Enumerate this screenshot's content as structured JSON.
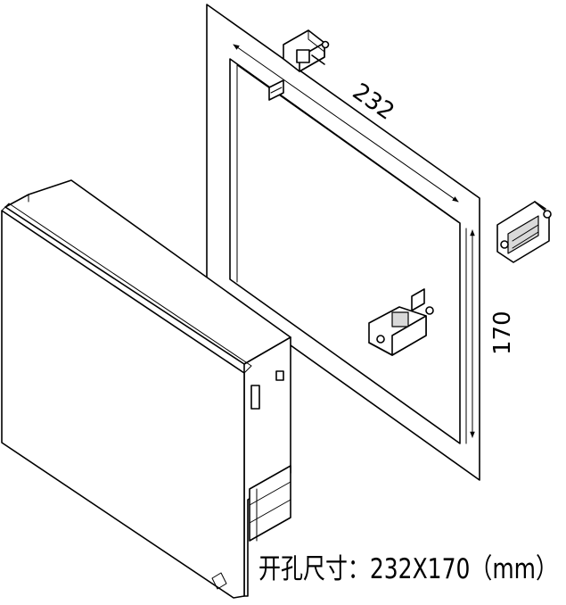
{
  "dimensions": {
    "width_label": "232",
    "height_label": "170"
  },
  "caption": {
    "text": "开孔尺寸：232X170（mm）"
  }
}
